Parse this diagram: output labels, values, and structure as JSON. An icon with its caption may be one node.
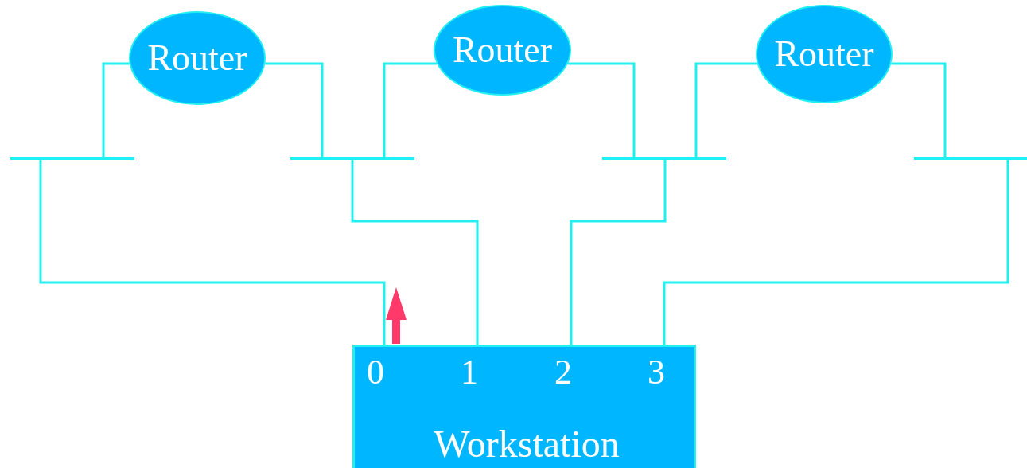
{
  "diagram": {
    "nodes": [
      {
        "text": [
          "Router"
        ]
      },
      {
        "text": [
          "Router"
        ]
      },
      {
        "text": [
          "Router"
        ]
      },
      {
        "text": [],
        "shape": "bar"
      },
      {
        "text": [],
        "shape": "bar"
      },
      {
        "text": [],
        "shape": "bar"
      },
      {
        "text": [],
        "shape": "bar"
      },
      {
        "text": [
          "0",
          "1",
          "2",
          "3",
          "Workstation"
        ]
      }
    ],
    "edges": [
      {
        "from": 0,
        "to": 3,
        "arrow": "none"
      },
      {
        "from": 0,
        "to": 4,
        "arrow": "none"
      },
      {
        "from": 1,
        "to": 4,
        "arrow": "none"
      },
      {
        "from": 1,
        "to": 5,
        "arrow": "none"
      },
      {
        "from": 2,
        "to": 5,
        "arrow": "none"
      },
      {
        "from": 2,
        "to": 6,
        "arrow": "none"
      },
      {
        "from": 3,
        "to": 7,
        "arrow": "none"
      },
      {
        "from": 4,
        "to": 7,
        "arrow": "none"
      },
      {
        "from": 5,
        "to": 7,
        "arrow": "none"
      },
      {
        "from": 6,
        "to": 7,
        "arrow": "none"
      }
    ]
  }
}
